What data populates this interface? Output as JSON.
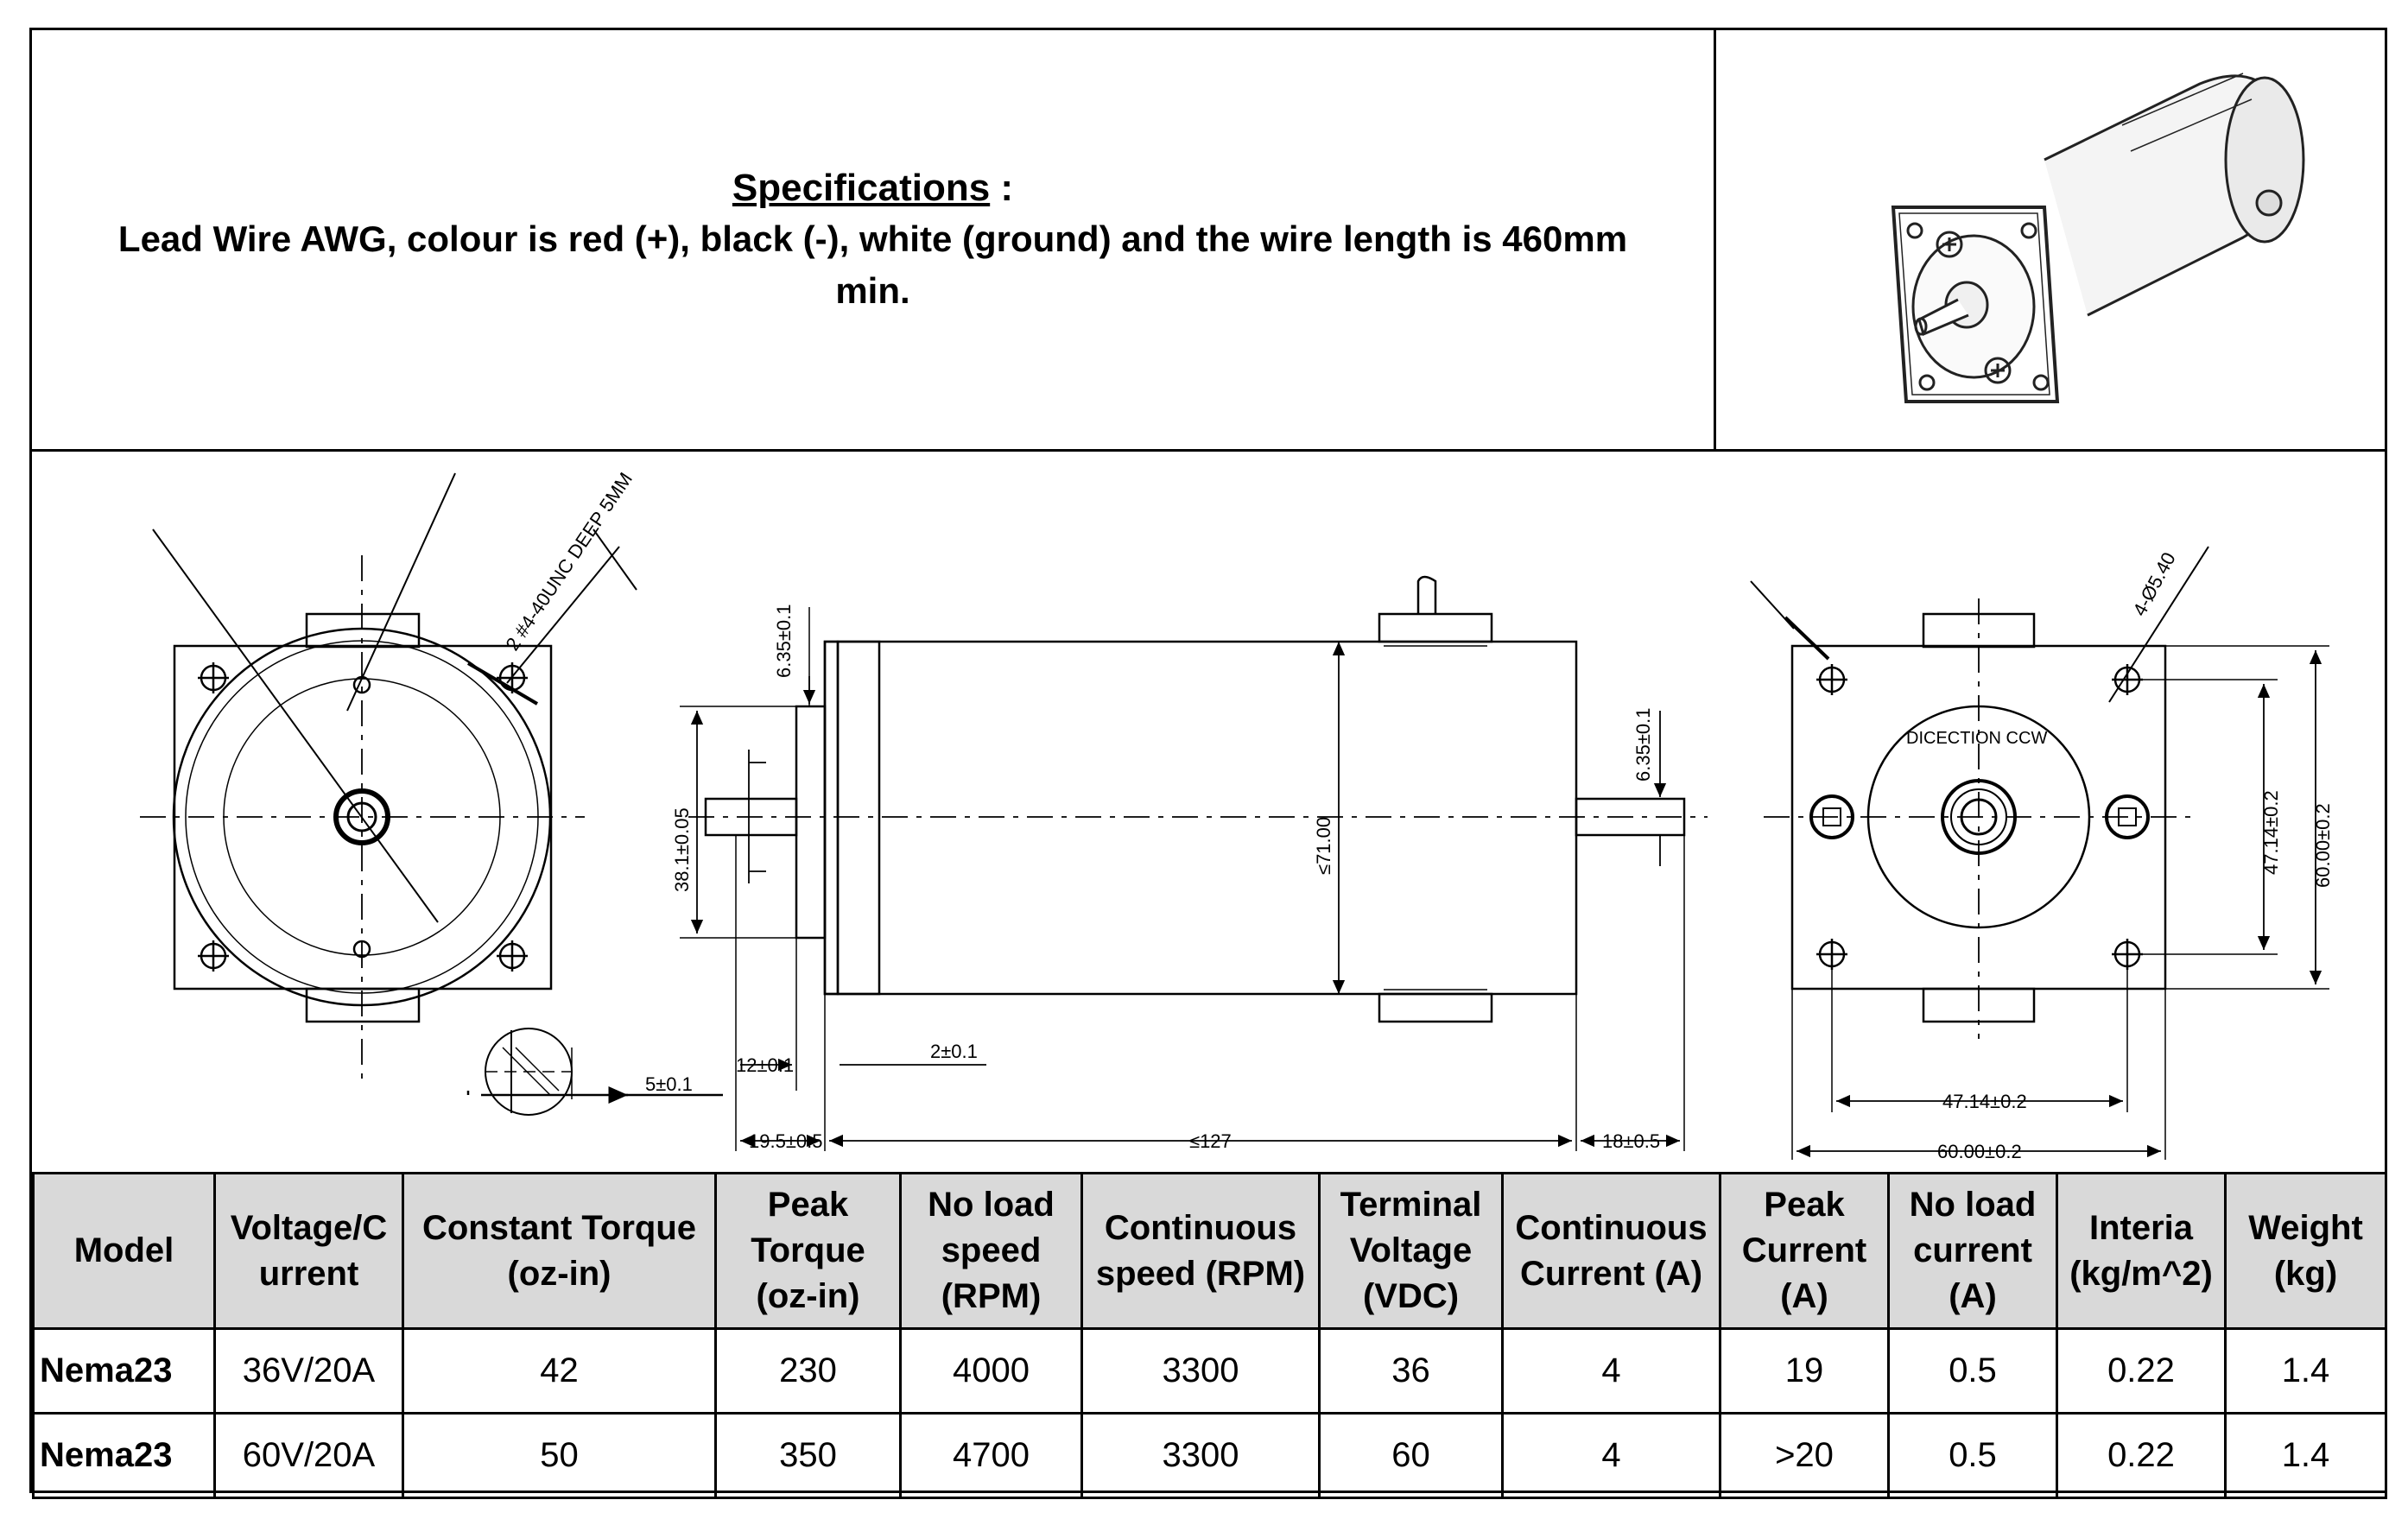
{
  "specifications": {
    "heading": "Specifications",
    "colon": " :",
    "line1": "Lead Wire AWG, colour is red (+),  black (-), white (ground) and the wire length is 460mm",
    "line2": "min."
  },
  "drawing": {
    "tap_label": "2 #4-40UNC DEEP 5MM",
    "hole_label": "4-Ø5.40",
    "direction_label": "DICECTION CCW",
    "dims": {
      "shaft_dia_front": "6.35±0.1",
      "pilot_dia": "38.1±0.05",
      "body_dia": "≤71.00",
      "shaft_dia_rear": "6.35±0.1",
      "pilot_len": "12±0.1",
      "flange_thk": "2±0.1",
      "flat_len": "5±0.1",
      "front_shaft_len": "19.5±0.5",
      "body_len": "≤127",
      "rear_shaft_len": "18±0.5",
      "hole_spacing_v": "47.14±0.2",
      "flange_size_v": "60.00±0.2",
      "hole_spacing_h": "47.14±0.2",
      "flange_size_h": "60.00±0.2"
    }
  },
  "table": {
    "headers": [
      [
        "Model"
      ],
      [
        "Voltage/C",
        "urrent"
      ],
      [
        "Constant Torque",
        "(oz-in)"
      ],
      [
        "Peak",
        "Torque",
        "(oz-in)"
      ],
      [
        "No load",
        "speed",
        "(RPM)"
      ],
      [
        "Continuous",
        "speed (RPM)"
      ],
      [
        "Terminal",
        "Voltage",
        "(VDC)"
      ],
      [
        "Continuous",
        "Current (A)"
      ],
      [
        "Peak",
        "Current",
        "(A)"
      ],
      [
        "No load",
        "current",
        "(A)"
      ],
      [
        "Interia",
        "(kg/m^2)"
      ],
      [
        "Weight",
        "(kg)"
      ]
    ],
    "rows": [
      [
        "Nema23",
        "36V/20A",
        "42",
        "230",
        "4000",
        "3300",
        "36",
        "4",
        "19",
        "0.5",
        "0.22",
        "1.4"
      ],
      [
        "Nema23",
        "60V/20A",
        "50",
        "350",
        "4700",
        "3300",
        "60",
        "4",
        ">20",
        "0.5",
        "0.22",
        "1.4"
      ]
    ]
  }
}
